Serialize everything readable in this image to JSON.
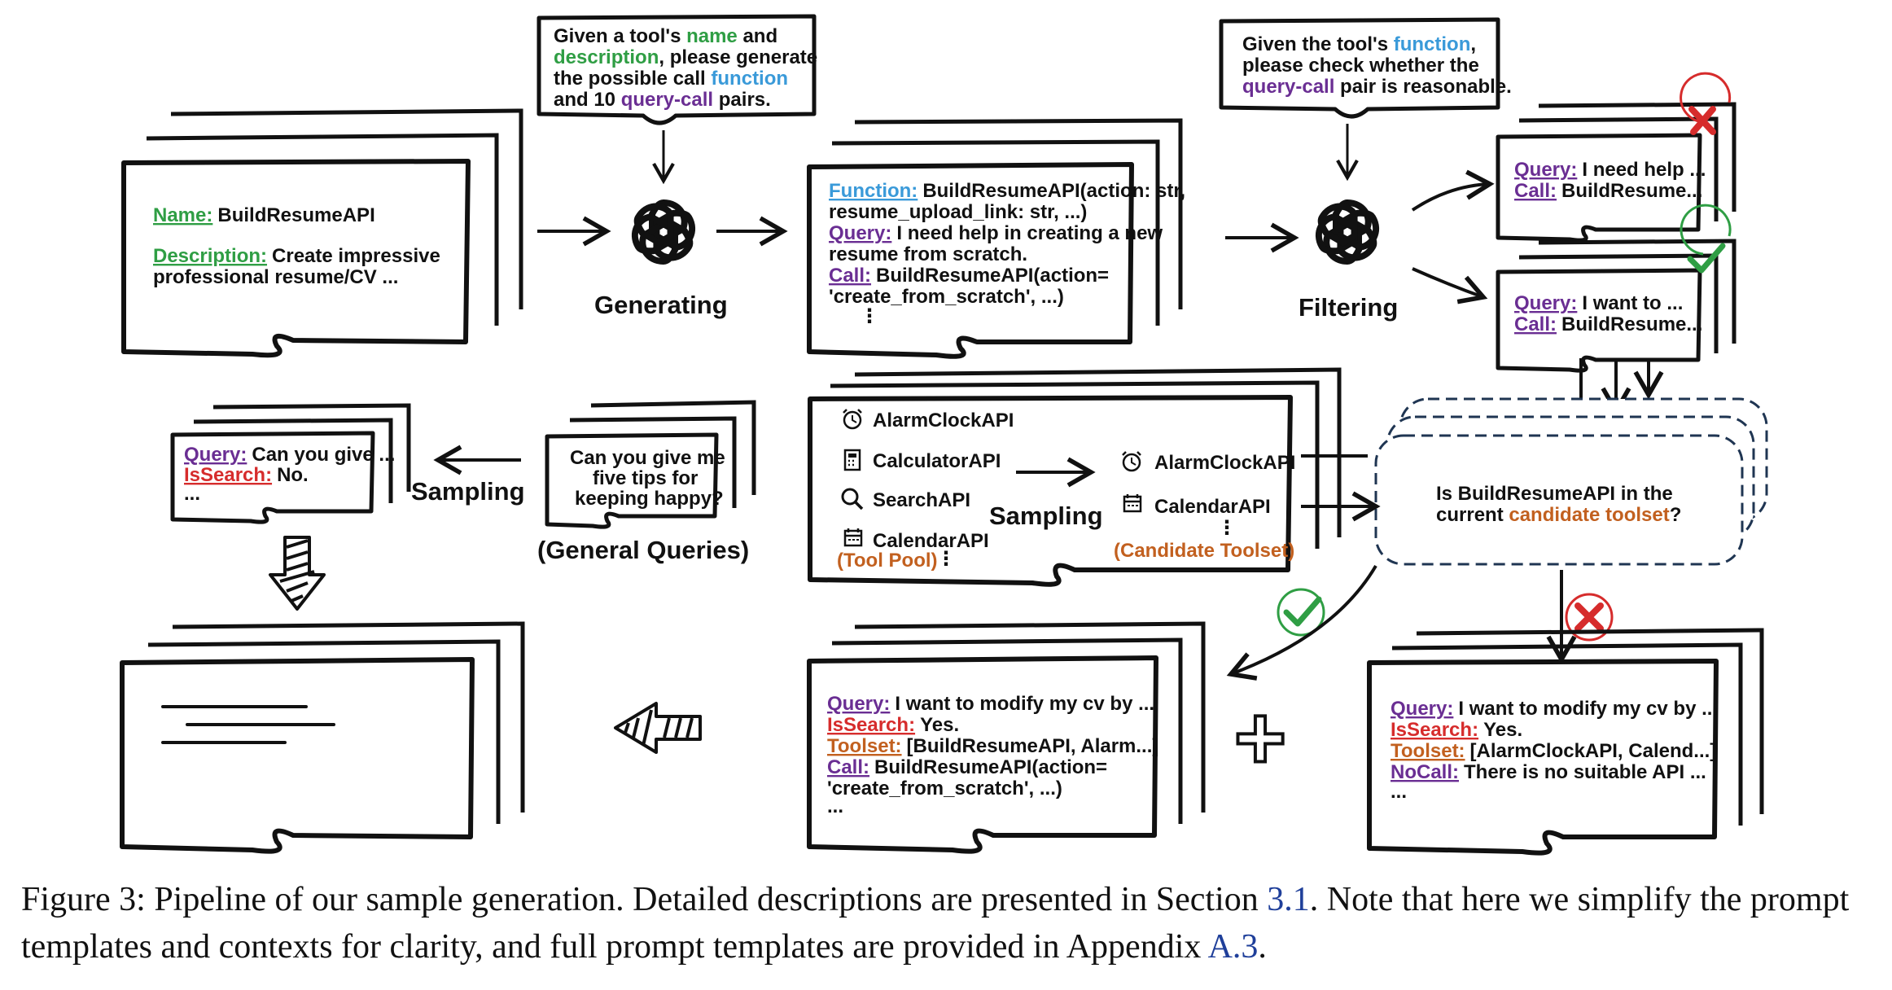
{
  "prompt_generate": {
    "line1_a": "Given a tool's ",
    "line1_b": "name",
    "line1_c": " and",
    "line2_a": "description",
    "line2_b": ", please generate",
    "line3_a": "the possible call ",
    "line3_b": "function",
    "line4_a": "and 10 ",
    "line4_b": "query-call",
    "line4_c": " pairs."
  },
  "prompt_filter": {
    "line1_a": "Given the tool's ",
    "line1_b": "function",
    "line1_c": ",",
    "line2": "please check whether the",
    "line3_a": "query-call",
    "line3_b": " pair is reasonable."
  },
  "tool_card": {
    "name_key": "Name:",
    "name_val": "BuildResumeAPI",
    "desc_key": "Description:",
    "desc_val1": "Create impressive",
    "desc_val2": "professional resume/CV ..."
  },
  "generated_card": {
    "func_key": "Function:",
    "func_val1": "BuildResumeAPI(action: str,",
    "func_val2": "resume_upload_link: str, ...)",
    "query_key": "Query:",
    "query_val1": "I need help in creating a new",
    "query_val2": "resume from scratch.",
    "call_key": "Call:",
    "call_val1": "BuildResumeAPI(action=",
    "call_val2": "'create_from_scratch', ...)",
    "ellipsis": "⋮"
  },
  "labels": {
    "generating": "Generating",
    "filtering": "Filtering",
    "sampling_left": "Sampling",
    "sampling_mid": "Sampling",
    "general_queries": "(General Queries)",
    "tool_pool": "(Tool Pool)",
    "candidate_toolset": "(Candidate Toolset)"
  },
  "rejected_card": {
    "query_key": "Query:",
    "query_val": "I need help ...",
    "call_key": "Call:",
    "call_val": "BuildResume..."
  },
  "accepted_card": {
    "query_key": "Query:",
    "query_val": "I want to  ...",
    "call_key": "Call:",
    "call_val": "BuildResume..."
  },
  "general_query_card": {
    "line1": "Can you give me",
    "line2": "five tips for",
    "line3": "keeping happy?"
  },
  "negative_sample_card": {
    "query_key": "Query:",
    "query_val": "Can you give ...",
    "issearch_key": "IsSearch:",
    "issearch_val": "No.",
    "ellipsis": "..."
  },
  "tool_pool": {
    "items": [
      "AlarmClockAPI",
      "CalculatorAPI",
      "SearchAPI",
      "CalendarAPI"
    ],
    "ellipsis": "⋮"
  },
  "candidate_toolset": {
    "items": [
      "AlarmClockAPI",
      "CalendarAPI"
    ],
    "ellipsis": "⋮"
  },
  "decision": {
    "line1": "Is BuildResumeAPI in the",
    "line2_a": "current ",
    "line2_b": "candidate toolset",
    "line2_c": "?"
  },
  "positive_sample_card": {
    "query_key": "Query:",
    "query_val": "I want to modify my cv by ...",
    "issearch_key": "IsSearch:",
    "issearch_val": "Yes.",
    "toolset_key": "Toolset:",
    "toolset_val": "[BuildResumeAPI, Alarm...]",
    "call_key": "Call:",
    "call_val1": "BuildResumeAPI(action=",
    "call_val2": "'create_from_scratch', ...)",
    "ellipsis": "..."
  },
  "nocall_sample_card": {
    "query_key": "Query:",
    "query_val": "I want to modify my cv by ...",
    "issearch_key": "IsSearch:",
    "issearch_val": "Yes.",
    "toolset_key": "Toolset:",
    "toolset_val": "[AlarmClockAPI, Calend...]",
    "nocall_key": "NoCall:",
    "nocall_val": "There is no suitable API ...",
    "ellipsis": "..."
  },
  "plus": "+",
  "caption": {
    "part1": "Figure 3: Pipeline of our sample generation. Detailed descriptions are presented in Section ",
    "ref1": "3.1",
    "part2": ". Note that here we simplify the prompt templates and contexts for clarity, and full prompt templates are provided in Appendix ",
    "ref2": "A.3",
    "part3": "."
  },
  "colors": {
    "green": "#2f9e44",
    "blue": "#3a9ad9",
    "purple": "#6a2e93",
    "red": "#d62c2c",
    "orange": "#c2601f",
    "navy": "#1f3552",
    "ref": "#1f3f9a"
  },
  "icons": [
    "openai-logo-icon",
    "alarm-clock-icon",
    "calculator-icon",
    "search-icon",
    "calendar-icon",
    "check-icon",
    "cross-icon",
    "arrow-icon",
    "plus-icon"
  ]
}
